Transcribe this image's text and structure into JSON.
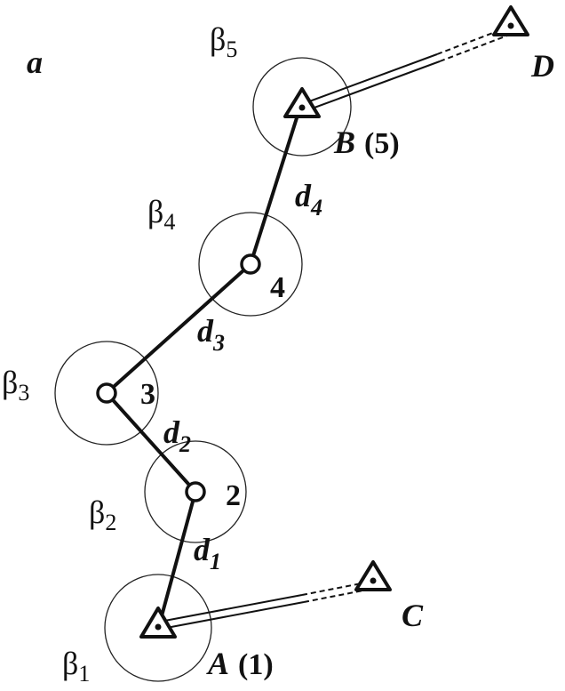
{
  "figure_letter": "a",
  "stations": {
    "A": {
      "name": "A",
      "suffix": "(1)"
    },
    "B": {
      "name": "B",
      "suffix": "(5)"
    },
    "C": {
      "name": "C"
    },
    "D": {
      "name": "D"
    },
    "p2": {
      "name": "2"
    },
    "p3": {
      "name": "3"
    },
    "p4": {
      "name": "4"
    }
  },
  "angles": [
    {
      "base": "β",
      "sub": "1"
    },
    {
      "base": "β",
      "sub": "2"
    },
    {
      "base": "β",
      "sub": "3"
    },
    {
      "base": "β",
      "sub": "4"
    },
    {
      "base": "β",
      "sub": "5"
    }
  ],
  "distances": [
    {
      "base": "d",
      "sub": "1"
    },
    {
      "base": "d",
      "sub": "2"
    },
    {
      "base": "d",
      "sub": "3"
    },
    {
      "base": "d",
      "sub": "4"
    }
  ],
  "colors": {
    "ink": "#111111",
    "background": "#ffffff"
  }
}
